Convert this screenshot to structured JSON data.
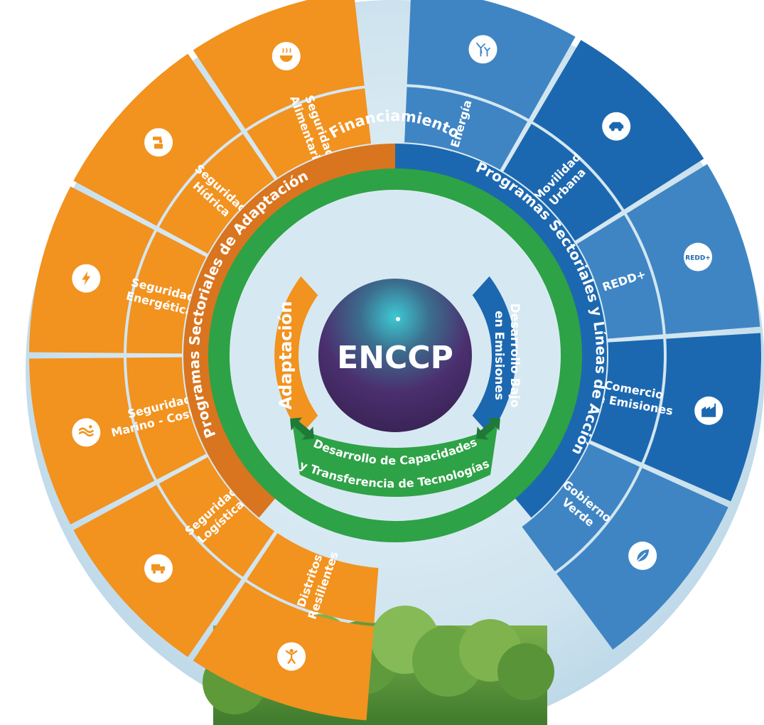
{
  "center": {
    "title": "ENCCP"
  },
  "inner": {
    "ring_label": "Financiamiento",
    "left_label": "Adaptación",
    "right_label": [
      "Desarrollo Bajo",
      "en Emisiones"
    ],
    "bottom_label": [
      "Desarrollo de Capacidades",
      "y Transferencia de Tecnologías"
    ]
  },
  "bands": {
    "left_label": "Programas Sectoriales de Adaptación",
    "right_label": "Programas Sectoriales y Líneas de Acción"
  },
  "adaptation_sectors": [
    {
      "lines": [
        "Seguridad",
        "Alimentaria"
      ],
      "icon": "bowl-icon"
    },
    {
      "lines": [
        "Seguridad",
        "Hídrica"
      ],
      "icon": "water-tap-icon"
    },
    {
      "lines": [
        "Seguridad",
        "Energética"
      ],
      "icon": "lightning-icon"
    },
    {
      "lines": [
        "Seguridad",
        "Marino - Costera"
      ],
      "icon": "wave-swimmer-icon"
    },
    {
      "lines": [
        "Seguridad",
        "Logística"
      ],
      "icon": "truck-icon"
    },
    {
      "lines": [
        "Distritos",
        "Resilientes"
      ],
      "icon": "person-icon"
    }
  ],
  "mitigation_sectors": [
    {
      "lines": [
        "Energía"
      ],
      "icon": "wind-turbine-icon"
    },
    {
      "lines": [
        "Movilidad",
        "Urbana"
      ],
      "icon": "car-icon"
    },
    {
      "lines": [
        "REDD+"
      ],
      "icon": "redd-plus-icon",
      "icon_text": "REDD+"
    },
    {
      "lines": [
        "Comercio",
        "de Emisiones"
      ],
      "icon": "factory-icon"
    },
    {
      "lines": [
        "Gobierno",
        "Verde"
      ],
      "icon": "leaf-icon"
    }
  ],
  "colors": {
    "orange_light": "#F2921F",
    "orange_dark": "#D9751E",
    "blue_light": "#3F85C4",
    "blue_dark": "#1C68B0",
    "green": "#2EA246",
    "center": "#4A2C6E"
  }
}
